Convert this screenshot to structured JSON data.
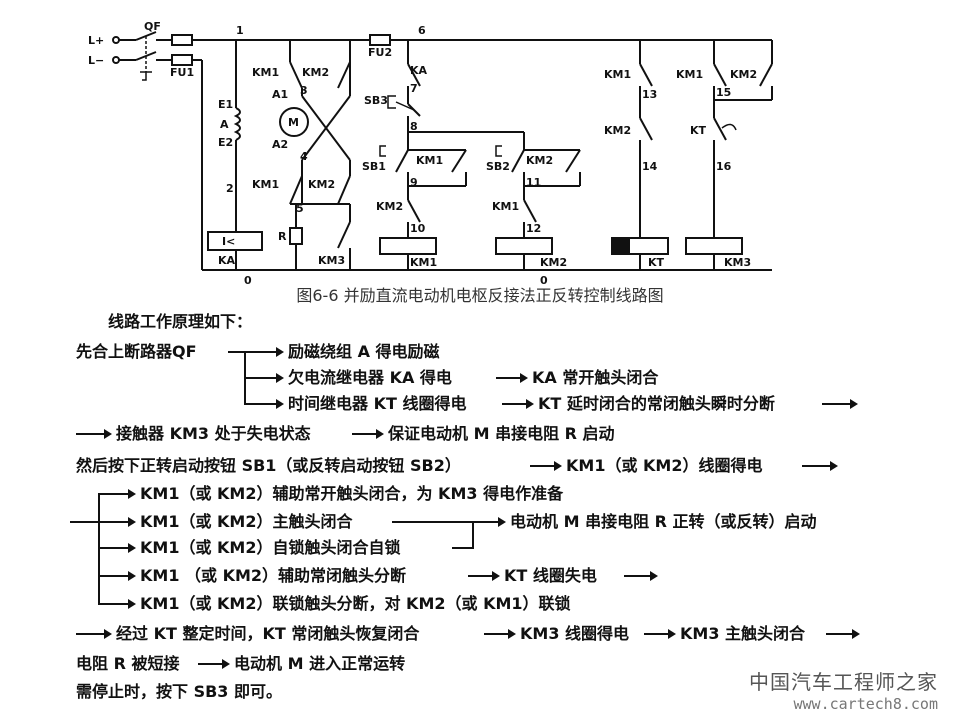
{
  "diagram": {
    "labels": {
      "l_plus": "L+",
      "l_minus": "L−",
      "qf": "QF",
      "fu1": "FU1",
      "fu2": "FU2",
      "n1": "1",
      "n2": "2",
      "n3": "3",
      "n4": "4",
      "n5": "5",
      "n6": "6",
      "n7": "7",
      "n8": "8",
      "n9": "9",
      "n10": "10",
      "n11": "11",
      "n12": "12",
      "n13": "13",
      "n14": "14",
      "n15": "15",
      "n16": "16",
      "n0a": "0",
      "n0b": "0",
      "e1": "E1",
      "a": "A",
      "e2": "E2",
      "a1": "A1",
      "a2": "A2",
      "m": "M",
      "r": "R",
      "km1": "KM1",
      "km2": "KM2",
      "km3": "KM3",
      "ka": "KA",
      "kt": "KT",
      "sb1": "SB1",
      "sb2": "SB2",
      "sb3": "SB3",
      "i_lt": "I<"
    },
    "caption": "图6-6  并励直流电动机电枢反接法正反转控制线路图"
  },
  "text": {
    "intro": "线路工作原理如下：",
    "step1": "先合上断路器QF",
    "b1": "励磁绕组 A 得电励磁",
    "b2": "欠电流继电器 KA 得电",
    "b2r": "KA 常开触头闭合",
    "b3": "时间继电器 KT 线圈得电",
    "b3r": "KT 延时闭合的常闭触头瞬时分断",
    "l5a": "接触器 KM3 处于失电状态",
    "l5b": "保证电动机 M 串接电阻 R 启动",
    "l6a": "然后按下正转启动按钮 SB1（或反转启动按钮 SB2）",
    "l6b": "KM1（或 KM2）线圈得电",
    "c1": "KM1（或 KM2）辅助常开触头闭合，为 KM3 得电作准备",
    "c2": "KM1（或 KM2）主触头闭合",
    "c2r": "电动机 M 串接电阻 R 正转（或反转）启动",
    "c3": "KM1（或 KM2）自锁触头闭合自锁",
    "c4": "KM1 （或 KM2）辅助常闭触头分断",
    "c4r": "KT 线圈失电",
    "c5": "KM1（或 KM2）联锁触头分断，对 KM2（或 KM1）联锁",
    "l12a": "经过 KT 整定时间，KT 常闭触头恢复闭合",
    "l12b": "KM3 线圈得电",
    "l12c": "KM3 主触头闭合",
    "l13a": "电阻 R 被短接",
    "l13b": "电动机 M 进入正常运转",
    "l14": "需停止时，按下 SB3 即可。"
  },
  "watermark": {
    "title": "中国汽车工程师之家",
    "url": "www.cartech8.com"
  }
}
